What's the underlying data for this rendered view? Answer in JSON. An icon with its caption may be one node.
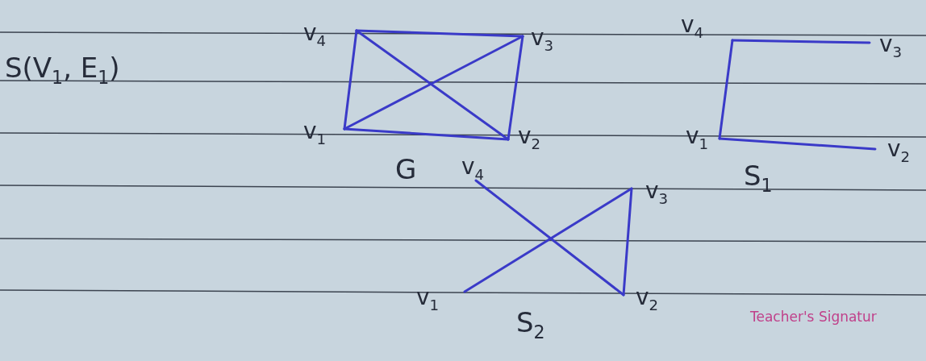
{
  "diagram": {
    "nodes": [
      {
        "text": [
          "v$_{4}$"
        ]
      },
      {
        "text": [
          "v$_{3}$"
        ]
      },
      {
        "text": [
          "v$_{1}$"
        ]
      },
      {
        "text": [
          "v$_{2}$"
        ]
      },
      {
        "text": [
          "v$_{4}$"
        ]
      },
      {
        "text": [
          "v$_{3}$"
        ]
      },
      {
        "text": [
          "v$_{1}$"
        ]
      },
      {
        "text": [
          "v$_{2}$"
        ]
      },
      {
        "text": [
          "v$_{4}$"
        ]
      },
      {
        "text": [
          "v$_{3}$"
        ]
      },
      {
        "text": [
          "v$_{1}$"
        ]
      },
      {
        "text": [
          "v$_{2}$"
        ]
      }
    ],
    "edges": [
      {
        "from": 0,
        "to": 1,
        "arrow": "none"
      },
      {
        "from": 0,
        "to": 2,
        "arrow": "none"
      },
      {
        "from": 1,
        "to": 3,
        "arrow": "none"
      },
      {
        "from": 2,
        "to": 3,
        "arrow": "none"
      },
      {
        "from": 0,
        "to": 3,
        "arrow": "none"
      },
      {
        "from": 2,
        "to": 1,
        "arrow": "none"
      },
      {
        "from": 4,
        "to": 5,
        "arrow": "none"
      },
      {
        "from": 4,
        "to": 6,
        "arrow": "none"
      },
      {
        "from": 6,
        "to": 7,
        "arrow": "none"
      },
      {
        "from": 8,
        "to": 11,
        "arrow": "none"
      },
      {
        "from": 10,
        "to": 9,
        "arrow": "none"
      },
      {
        "from": 9,
        "to": 11,
        "arrow": "none"
      }
    ],
    "labels": [
      "S(V$_{1}$, E$_{1}$)",
      "G",
      "S$_{1}$",
      "S$_{2}$",
      "Teacher's Signatur"
    ]
  }
}
